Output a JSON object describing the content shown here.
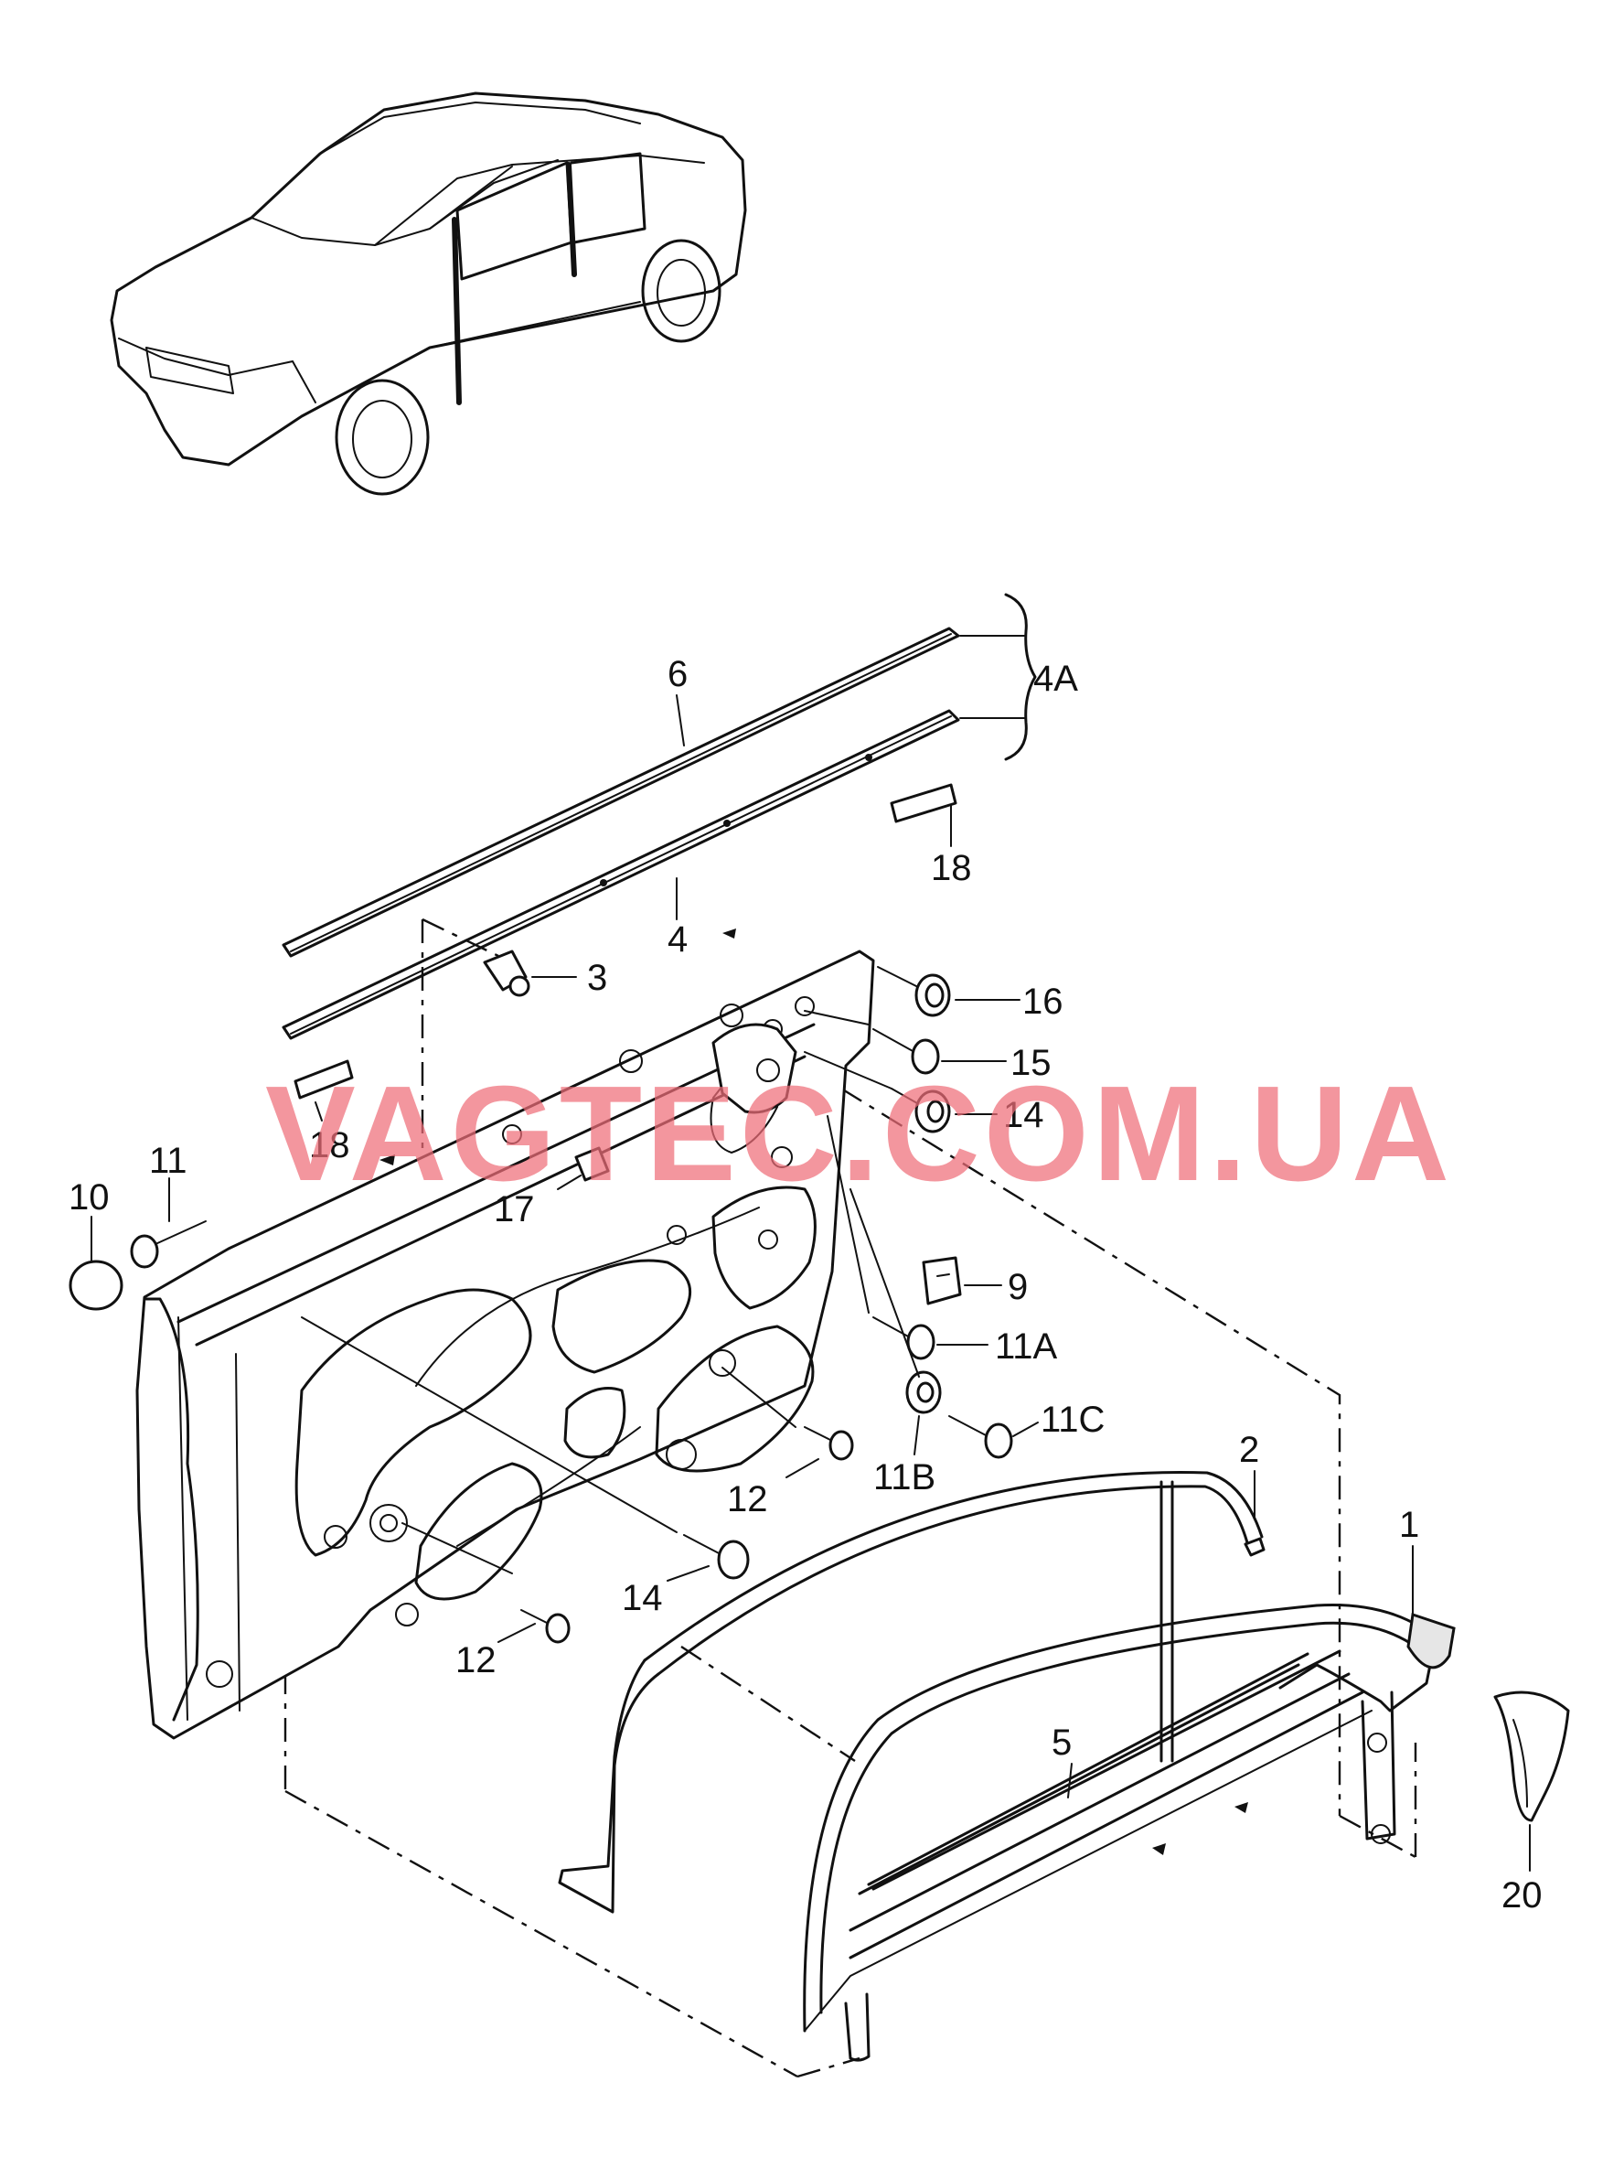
{
  "watermark": "VAGTEC.COM.UA",
  "labels": {
    "l6": "6",
    "l4A": "4A",
    "l18a": "18",
    "l4": "4",
    "l3": "3",
    "l16": "16",
    "l15": "15",
    "l14a": "14",
    "l18b": "18",
    "l17": "17",
    "l11": "11",
    "l10": "10",
    "l9": "9",
    "l11A": "11A",
    "l11C": "11C",
    "l11B": "11B",
    "l12a": "12",
    "l2": "2",
    "l1": "1",
    "l14b": "14",
    "l12b": "12",
    "l5": "5",
    "l20": "20"
  },
  "colors": {
    "line": "#111111",
    "background": "#ffffff",
    "watermark": "#ee6d78"
  }
}
